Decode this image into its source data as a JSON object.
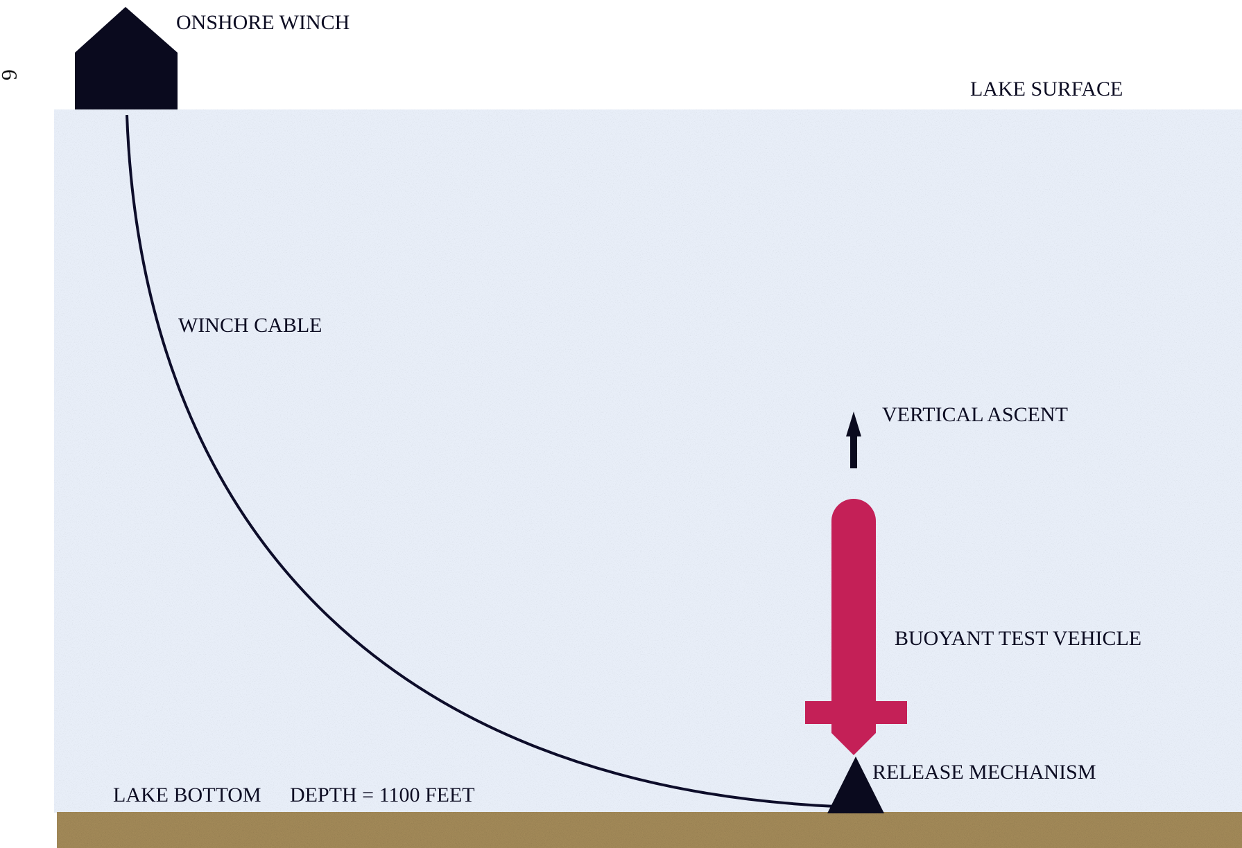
{
  "page_number": "6",
  "labels": {
    "onshore_winch": "ONSHORE WINCH",
    "lake_surface": "LAKE SURFACE",
    "winch_cable": "WINCH CABLE",
    "vertical_ascent": "VERTICAL ASCENT",
    "buoyant_test_vehicle": "BUOYANT TEST VEHICLE",
    "release_mechanism": "RELEASE MECHANISM",
    "lake_bottom": "LAKE BOTTOM",
    "depth": "DEPTH = 1100 FEET"
  },
  "colors": {
    "water": "#e8eef8",
    "lake_bottom": "#a98f5c",
    "winch": "#0a0a1e",
    "cable": "#0d0d2a",
    "vehicle": "#c42057",
    "release_mechanism": "#0a0a1e",
    "arrow": "#0a0a1e"
  }
}
